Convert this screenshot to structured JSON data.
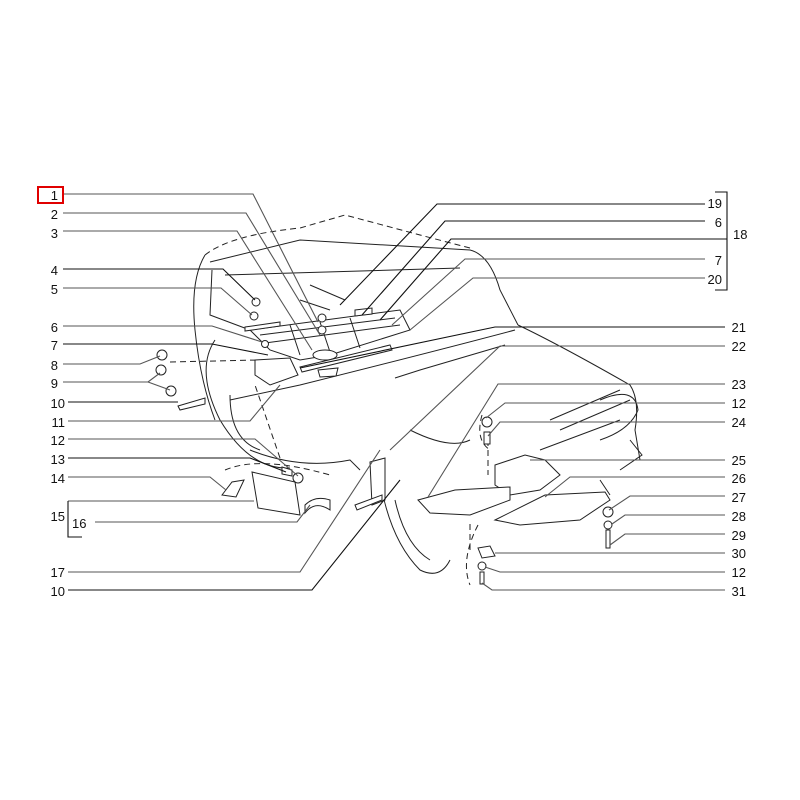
{
  "diagram": {
    "highlight_color": "#e00000",
    "left_callouts": [
      "1",
      "2",
      "3",
      "4",
      "5",
      "6",
      "7",
      "8",
      "9",
      "10",
      "11",
      "12",
      "13",
      "14",
      "15",
      "16",
      "17",
      "10"
    ],
    "right_callouts": [
      "19",
      "6",
      "7",
      "20",
      "21",
      "22",
      "23",
      "12",
      "24",
      "25",
      "26",
      "27",
      "28",
      "29",
      "30",
      "12",
      "31"
    ],
    "group_callout": "18",
    "highlighted_callout": "1"
  }
}
